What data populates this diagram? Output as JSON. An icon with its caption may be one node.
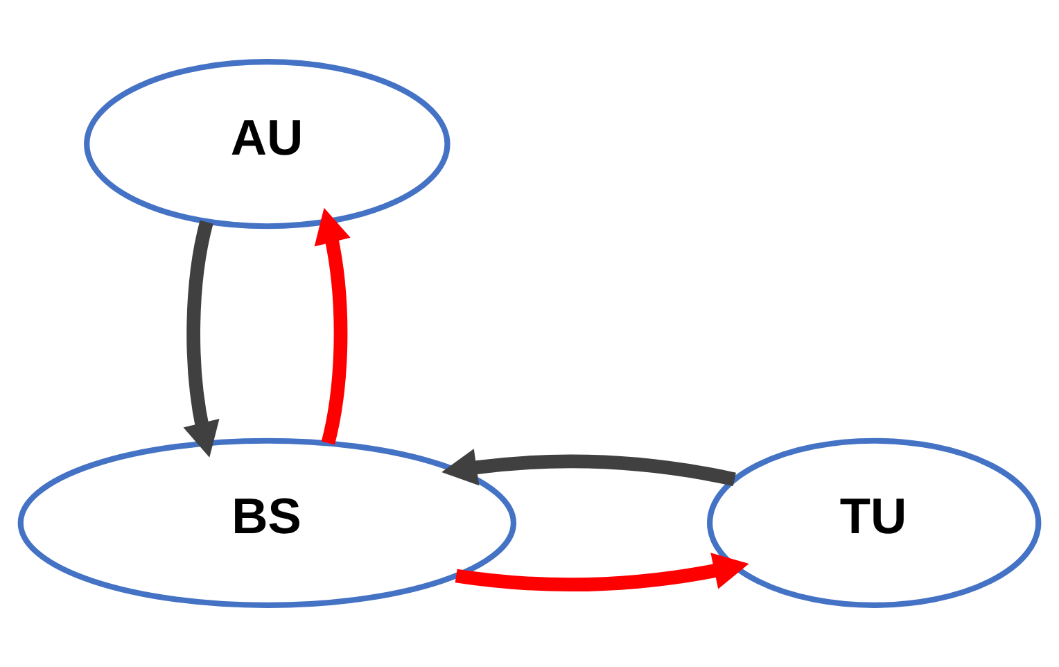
{
  "diagram": {
    "nodes": [
      {
        "text": [
          "AU"
        ]
      },
      {
        "text": [
          "BS"
        ]
      },
      {
        "text": [
          "TU"
        ]
      }
    ],
    "edges": [
      {
        "from": 1,
        "to": 0,
        "arrow": "to",
        "color": "#ff0000"
      },
      {
        "from": 0,
        "to": 1,
        "arrow": "to",
        "color": "#404040"
      },
      {
        "from": 1,
        "to": 2,
        "arrow": "to",
        "color": "#ff0000"
      },
      {
        "from": 2,
        "to": 1,
        "arrow": "to",
        "color": "#404040"
      }
    ]
  }
}
